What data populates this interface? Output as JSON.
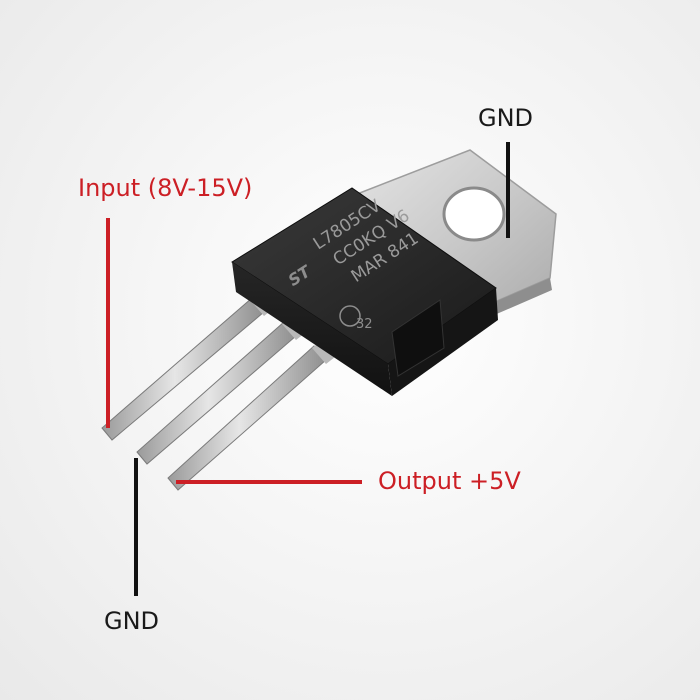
{
  "labels": {
    "gnd_top": "GND",
    "input": "Input (8V-15V)",
    "output": "Output +5V",
    "gnd_bottom": "GND"
  },
  "chip_marking": {
    "line1": "L7805CV",
    "line2": "CC0KQ V6",
    "line3": "MAR 841",
    "logo": "ST",
    "country_code": "32"
  },
  "colors": {
    "red_label": "#cc1f25",
    "dark_label": "#1a1a1a",
    "chip_body": "#1e1e1e",
    "metal_tab": "#cfcfcf",
    "pins": "#c8c8c8"
  }
}
